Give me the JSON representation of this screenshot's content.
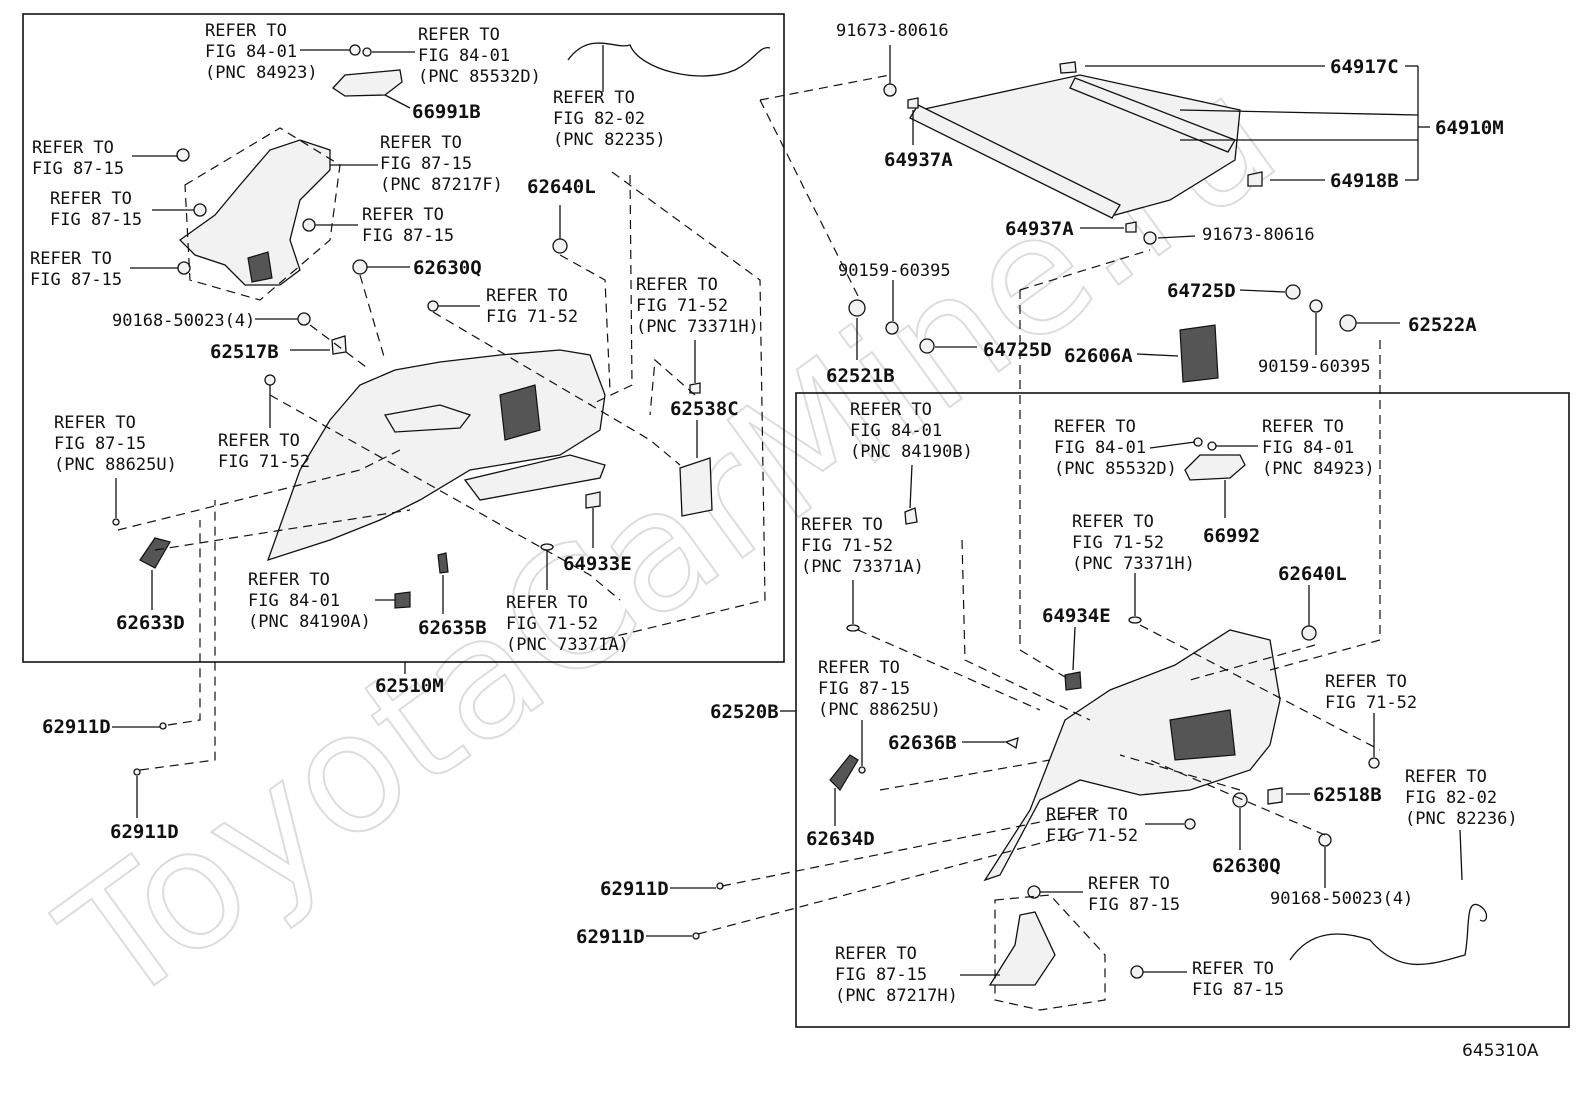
{
  "watermark": "ToyotaCarMine.ru",
  "figure_code": "645310A",
  "part_numbers": {
    "p66991B": "66991B",
    "p62640L_a": "62640L",
    "p62630Q_a": "62630Q",
    "p62517B": "62517B",
    "p62538C": "62538C",
    "p62633D": "62633D",
    "p62635B": "62635B",
    "p64933E": "64933E",
    "p62510M": "62510M",
    "p62911D_a": "62911D",
    "p62911D_b": "62911D",
    "p62911D_c": "62911D",
    "p62911D_d": "62911D",
    "p91673_a": "91673-80616",
    "p91673_b": "91673-80616",
    "p64917C": "64917C",
    "p64910M": "64910M",
    "p64918B": "64918B",
    "p64937A_a": "64937A",
    "p64937A_b": "64937A",
    "p90159_a": "90159-60395",
    "p90159_b": "90159-60395",
    "p64725D_a": "64725D",
    "p64725D_b": "64725D",
    "p62522A": "62522A",
    "p62521B": "62521B",
    "p62606A": "62606A",
    "p90168_a": "90168-50023(4)",
    "p90168_b": "90168-50023(4)",
    "p66992": "66992",
    "p62640L_b": "62640L",
    "p64934E": "64934E",
    "p62520B": "62520B",
    "p62636B": "62636B",
    "p62634D": "62634D",
    "p62518B": "62518B",
    "p62630Q_b": "62630Q"
  },
  "references": {
    "r1": [
      "REFER TO",
      "FIG 84-01",
      "(PNC 84923)"
    ],
    "r2": [
      "REFER TO",
      "FIG 84-01",
      "(PNC 85532D)"
    ],
    "r3": [
      "REFER TO",
      "FIG 82-02",
      "(PNC 82235)"
    ],
    "r4": [
      "REFER TO",
      "FIG 87-15"
    ],
    "r5": [
      "REFER TO",
      "FIG 87-15",
      "(PNC 87217F)"
    ],
    "r6": [
      "REFER TO",
      "FIG 87-15"
    ],
    "r7": [
      "REFER TO",
      "FIG 87-15"
    ],
    "r8": [
      "REFER TO",
      "FIG 87-15"
    ],
    "r9": [
      "REFER TO",
      "FIG 71-52"
    ],
    "r10": [
      "REFER TO",
      "FIG 71-52",
      "(PNC 73371H)"
    ],
    "r11": [
      "REFER TO",
      "FIG 87-15",
      "(PNC 88625U)"
    ],
    "r12": [
      "REFER TO",
      "FIG 71-52"
    ],
    "r13": [
      "REFER TO",
      "FIG 84-01",
      "(PNC 84190A)"
    ],
    "r14": [
      "REFER TO",
      "FIG 71-52",
      "(PNC 73371A)"
    ],
    "r15": [
      "REFER TO",
      "FIG 84-01",
      "(PNC 84190B)"
    ],
    "r16": [
      "REFER TO",
      "FIG 84-01",
      "(PNC 85532D)"
    ],
    "r17": [
      "REFER TO",
      "FIG 84-01",
      "(PNC 84923)"
    ],
    "r18": [
      "REFER TO",
      "FIG 71-52",
      "(PNC 73371A)"
    ],
    "r19": [
      "REFER TO",
      "FIG 71-52",
      "(PNC 73371H)"
    ],
    "r20": [
      "REFER TO",
      "FIG 87-15",
      "(PNC 88625U)"
    ],
    "r21": [
      "REFER TO",
      "FIG 71-52"
    ],
    "r22": [
      "REFER TO",
      "FIG 71-52"
    ],
    "r23": [
      "REFER TO",
      "FIG 82-02",
      "(PNC 82236)"
    ],
    "r24": [
      "REFER TO",
      "FIG 87-15"
    ],
    "r25": [
      "REFER TO",
      "FIG 87-15",
      "(PNC 87217H)"
    ],
    "r26": [
      "REFER TO",
      "FIG 87-15"
    ]
  }
}
